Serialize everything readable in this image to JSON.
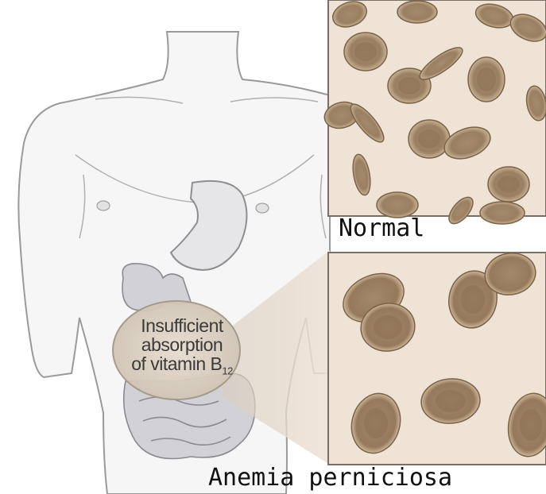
{
  "panels": {
    "normal_label": "Normal",
    "anemia_label": "Anemia perniciosa"
  },
  "callout": {
    "line1": "Insufficient",
    "line2": "absorption",
    "line3": "of vitamin B",
    "subscript": "12"
  },
  "colors": {
    "panel_bg": "#efe3d6",
    "cell_fill": "#a58a6c",
    "cell_rim": "#c2a887",
    "body_outline": "#9a9a9a",
    "intestine": "#c9c9cc",
    "callout_fill": "#d8cdbf"
  }
}
